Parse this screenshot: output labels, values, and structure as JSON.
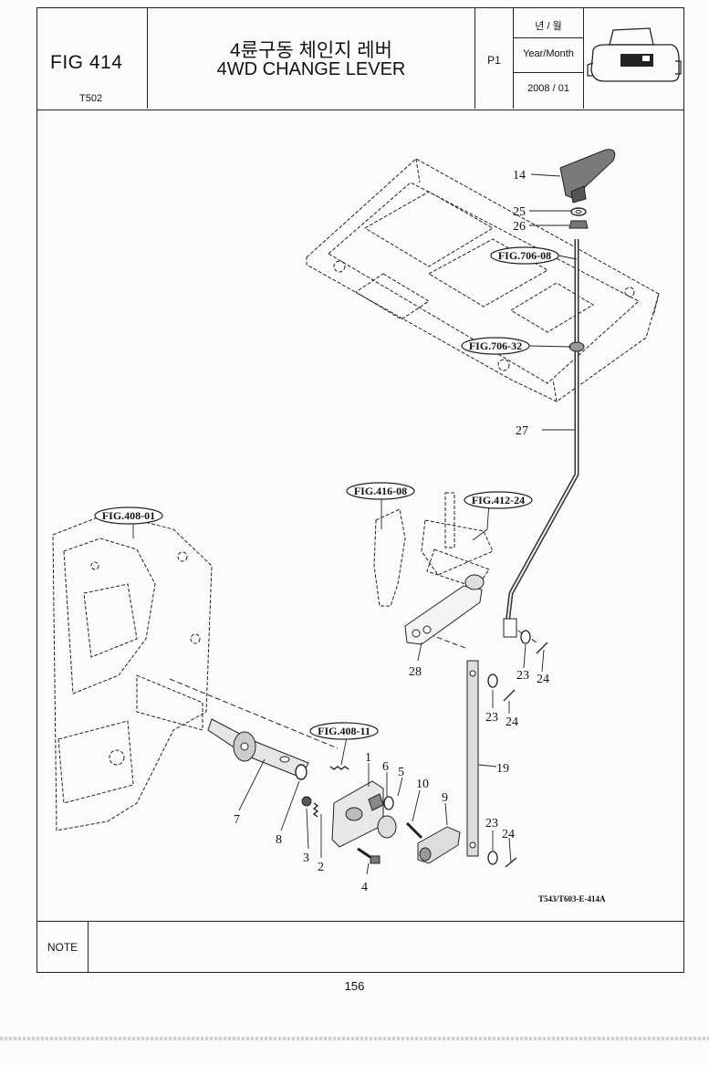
{
  "header": {
    "fig_number": "FIG 414",
    "model_code": "T502",
    "title_korean": "4륜구동 체인지 레버",
    "title_english": "4WD CHANGE LEVER",
    "page": "P1",
    "year_month_korean": "년 / 월",
    "year_month_label": "Year/Month",
    "year_month_value": "2008 / 01"
  },
  "diagram": {
    "part_numbers": [
      "1",
      "2",
      "3",
      "4",
      "5",
      "6",
      "7",
      "8",
      "9",
      "10",
      "14",
      "19",
      "23",
      "23",
      "23",
      "24",
      "24",
      "24",
      "25",
      "26",
      "27",
      "28"
    ],
    "references": [
      "FIG.706-08",
      "FIG.706-32",
      "FIG.416-08",
      "FIG.412-24",
      "FIG.408-01",
      "FIG.408-11"
    ],
    "drawing_code": "T543/T603-E-414A"
  },
  "note": {
    "label": "NOTE",
    "text": ""
  },
  "page_number": "156"
}
